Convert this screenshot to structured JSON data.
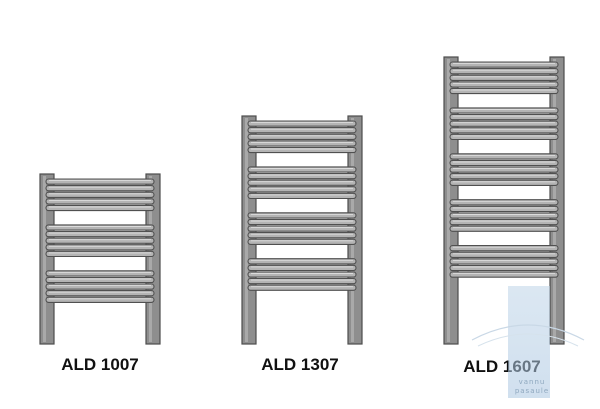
{
  "radiators": [
    {
      "id": "ald-1007",
      "label": "ALD 1007",
      "groups": [
        5,
        5,
        5
      ]
    },
    {
      "id": "ald-1307",
      "label": "ALD 1307",
      "groups": [
        5,
        5,
        5,
        5
      ]
    },
    {
      "id": "ald-1607",
      "label": "ALD 1607",
      "groups": [
        5,
        5,
        5,
        5,
        5
      ]
    }
  ],
  "watermark": {
    "text": "vannu pasaule"
  },
  "colors": {
    "frame": "#8e8e8e",
    "frame_stroke": "#4d4d4d",
    "bar": "#b4b4b4",
    "bar_stroke": "#505050",
    "caption": "#111111"
  }
}
